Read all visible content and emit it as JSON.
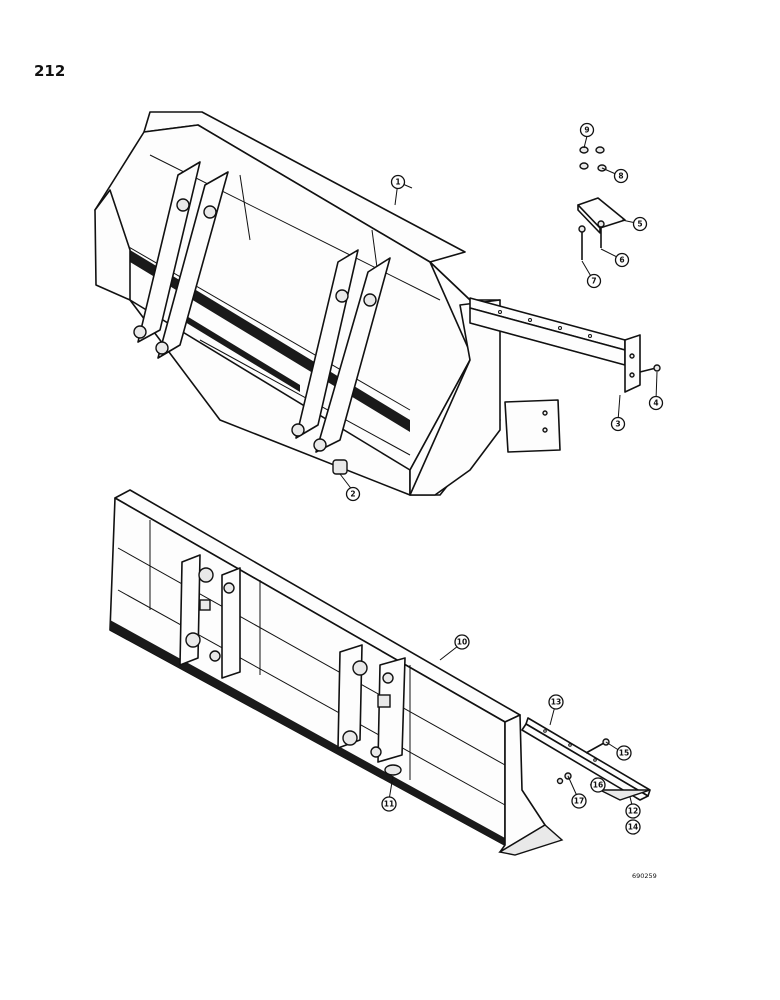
{
  "page": {
    "number": "212",
    "drawing_number": "690259"
  },
  "callouts": [
    {
      "id": "c1",
      "label": "1"
    },
    {
      "id": "c2",
      "label": "2"
    },
    {
      "id": "c3",
      "label": "3"
    },
    {
      "id": "c4",
      "label": "4"
    },
    {
      "id": "c5",
      "label": "5"
    },
    {
      "id": "c6",
      "label": "6"
    },
    {
      "id": "c7",
      "label": "7"
    },
    {
      "id": "c8",
      "label": "8"
    },
    {
      "id": "c9",
      "label": "9"
    },
    {
      "id": "c10",
      "label": "10"
    },
    {
      "id": "c11",
      "label": "11"
    },
    {
      "id": "c12",
      "label": "12"
    },
    {
      "id": "c13",
      "label": "13"
    },
    {
      "id": "c14",
      "label": "14"
    },
    {
      "id": "c15",
      "label": "15"
    },
    {
      "id": "c16",
      "label": "16"
    },
    {
      "id": "c17",
      "label": "17"
    }
  ]
}
